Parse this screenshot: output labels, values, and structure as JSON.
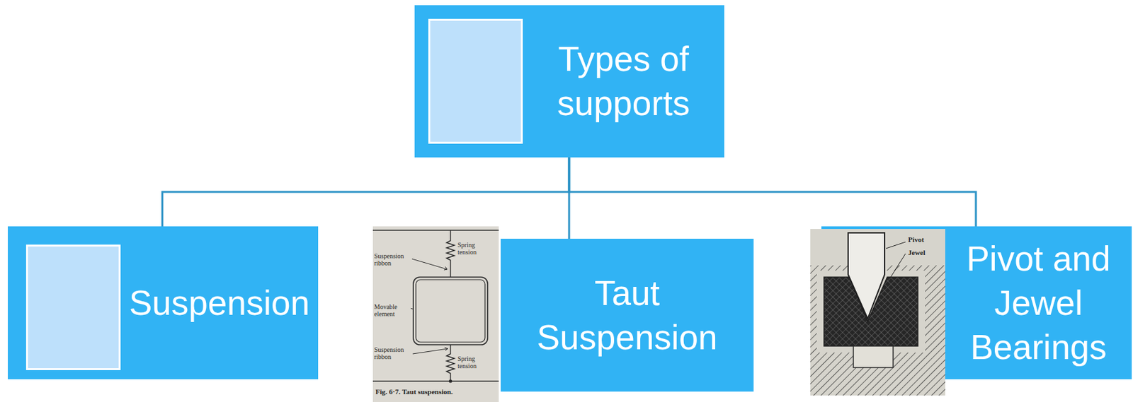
{
  "diagram": {
    "nodes": [
      {
        "text": [
          "Types of supports"
        ]
      },
      {
        "text": [
          "Suspension"
        ]
      },
      {
        "text": [
          "Taut Suspension"
        ]
      },
      {
        "text": [
          "Pivot and Jewel Bearings"
        ]
      }
    ],
    "edges": [
      {
        "from": 0,
        "to": 1,
        "arrow": "none"
      },
      {
        "from": 0,
        "to": 2,
        "arrow": "none"
      },
      {
        "from": 0,
        "to": 3,
        "arrow": "none"
      }
    ],
    "labels": [
      "Suspension ribbon",
      "Spring tension",
      "Movable element",
      "Suspension ribbon",
      "Spring tension",
      "Fig. 6·7. Taut suspension.",
      "Pivot",
      "Jewel"
    ]
  }
}
